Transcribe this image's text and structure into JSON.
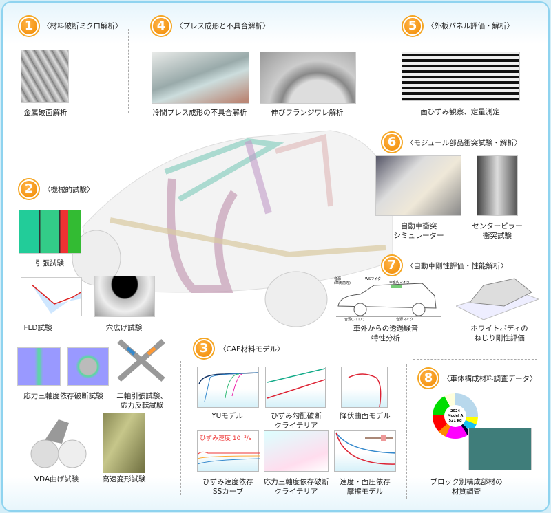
{
  "sections": [
    {
      "num": "1",
      "title": "〈材料破断ミクロ解析〉",
      "items": [
        "金属破面解析"
      ]
    },
    {
      "num": "2",
      "title": "〈機械的試験〉",
      "items": [
        "引張試験",
        "FLD試験",
        "穴広げ試験",
        "応力三軸度依存破断試験",
        "二軸引張試験、",
        "応力反転試験",
        "VDA曲げ試験",
        "高速変形試験"
      ]
    },
    {
      "num": "3",
      "title": "〈CAE材料モデル〉",
      "items": [
        "YUモデル",
        "ひずみ勾配破断",
        "クライテリア",
        "降伏曲面モデル",
        "ひずみ速度依存",
        "SSカーブ",
        "応力三軸度依存破断",
        "クライテリア",
        "速度・面圧依存",
        "摩擦モデル"
      ],
      "graph_label": "ひずみ速度 10⁻³/s"
    },
    {
      "num": "4",
      "title": "〈プレス成形と不具合解析〉",
      "items": [
        "冷間プレス成形の不具合解析",
        "伸びフランジワレ解析"
      ]
    },
    {
      "num": "5",
      "title": "〈外板パネル評価・解析〉",
      "items": [
        "面ひずみ観察、定量測定"
      ]
    },
    {
      "num": "6",
      "title": "〈モジュール部品衝突試験・解析〉",
      "items": [
        "自動車衝突",
        "シミュレーター",
        "センターピラー",
        "衝突試験"
      ]
    },
    {
      "num": "7",
      "title": "〈自動車剛性評価・性能解析〉",
      "items": [
        "車外からの透過騒音",
        "特性分析",
        "ホワイトボディの",
        "ねじり剛性評価"
      ],
      "diagram_labels": [
        "音源",
        "(車両前方)",
        "WSマイク",
        "車室内マイク",
        "音源",
        "(フロア)",
        "音源",
        "マイク"
      ]
    },
    {
      "num": "8",
      "title": "〈車体構成材料調査データ〉",
      "items": [
        "ブロック別構成部材の",
        "材質調査"
      ],
      "pie_center": [
        "2024",
        "Model A",
        "521 kg"
      ]
    }
  ],
  "colors": {
    "badge": "#f08a00",
    "frame": "#8fd3ef"
  }
}
